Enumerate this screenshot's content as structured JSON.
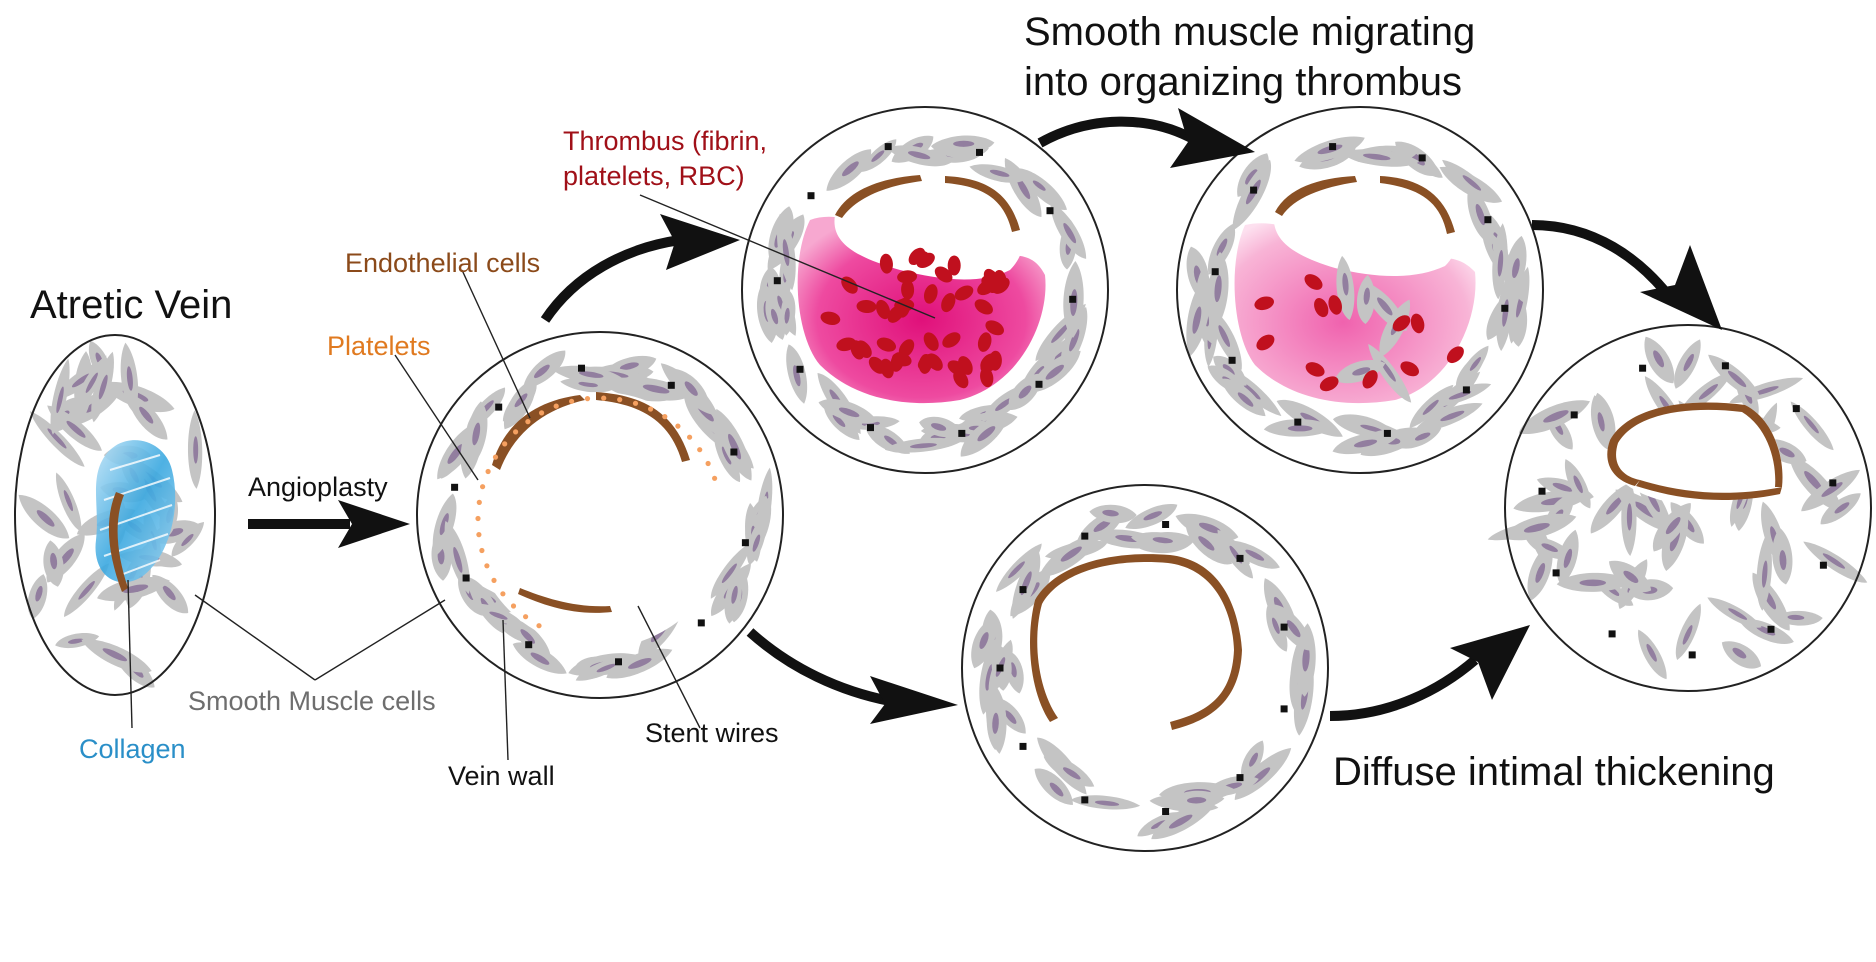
{
  "title": "",
  "labels": {
    "atretic_vein": "Atretic Vein",
    "angioplasty": "Angioplasty",
    "endothelial_cells": "Endothelial cells",
    "platelets": "Platelets",
    "thrombus_line1": "Thrombus (fibrin,",
    "thrombus_line2": "platelets, RBC)",
    "smooth_muscle_migrating_line1": "Smooth muscle migrating",
    "smooth_muscle_migrating_line2": "into organizing thrombus",
    "smooth_muscle_cells": "Smooth Muscle cells",
    "collagen": "Collagen",
    "vein_wall": "Vein wall",
    "stent_wires": "Stent wires",
    "diffuse_intimal_thickening": "Diffuse intimal thickening"
  },
  "colors": {
    "text": "#111111",
    "endothelial_label": "#8b4a1a",
    "platelets_label": "#e07a20",
    "thrombus_label": "#a01018",
    "smooth_muscle_label": "#6e6e6e",
    "collagen_label": "#2a8fc8",
    "smc_cell": "#c4c4c4",
    "smc_nucleus": "#8a7299",
    "endothelium": "#8a5024",
    "thrombus": "#e8208a",
    "rbc": "#c0101e",
    "platelet_dot": "#f5a060",
    "stent_wire": "#111111",
    "arrow": "#111111"
  },
  "stages": [
    {
      "id": "atretic-vein"
    },
    {
      "id": "post-angioplasty"
    },
    {
      "id": "thrombus"
    },
    {
      "id": "organizing-thrombus"
    },
    {
      "id": "stented-remodel"
    },
    {
      "id": "intimal-thickening"
    }
  ]
}
